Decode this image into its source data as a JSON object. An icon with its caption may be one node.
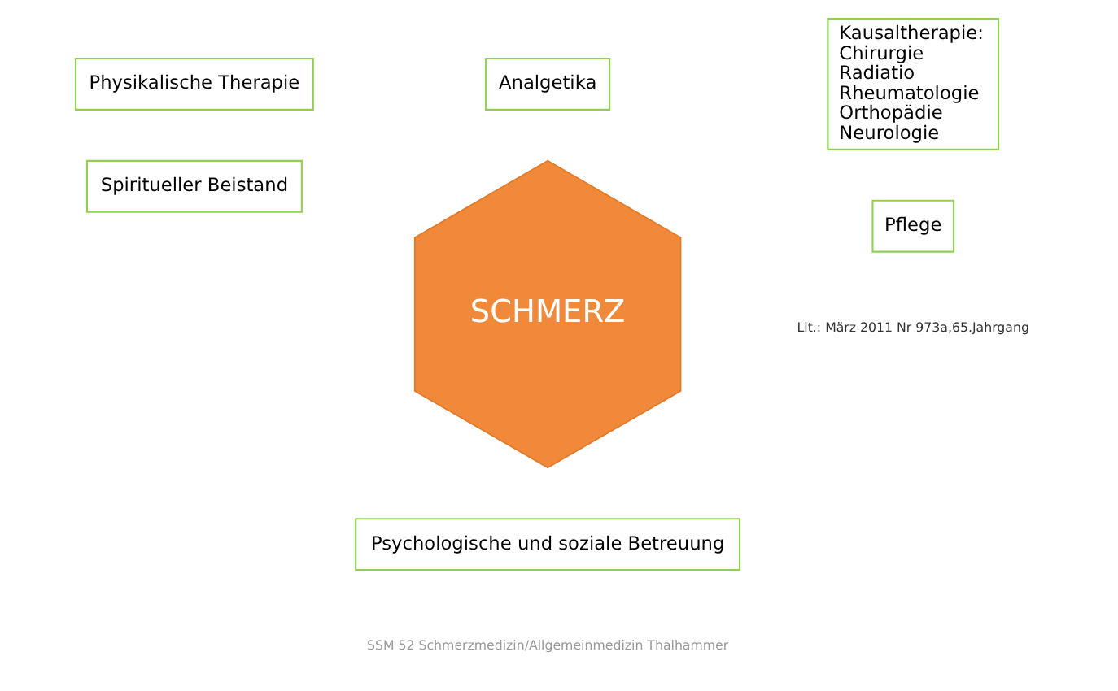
{
  "diagram": {
    "nodes": [
      {
        "text": [
          "Analgetika"
        ]
      },
      {
        "text": [
          "Physikalische Therapie"
        ]
      },
      {
        "text": [
          "SCHMERZ"
        ]
      },
      {
        "text": [
          "Kausaltherapie:",
          "Chirurgie",
          "Radiatio",
          "Rheumatologie",
          "Orthopädie",
          "Neurologie"
        ]
      },
      {
        "text": [
          "Spiritueller Beistand"
        ]
      },
      {
        "text": [
          "Pflege"
        ]
      },
      {
        "text": [
          "Psychologische und soziale Betreuung"
        ]
      }
    ],
    "edges": [],
    "labels": [
      "Lit.: März 2011 Nr 973a,65.Jahrgang",
      "SSM 52 Schmerzmedizin/Allgemeinmedizin Thalhammer"
    ]
  }
}
